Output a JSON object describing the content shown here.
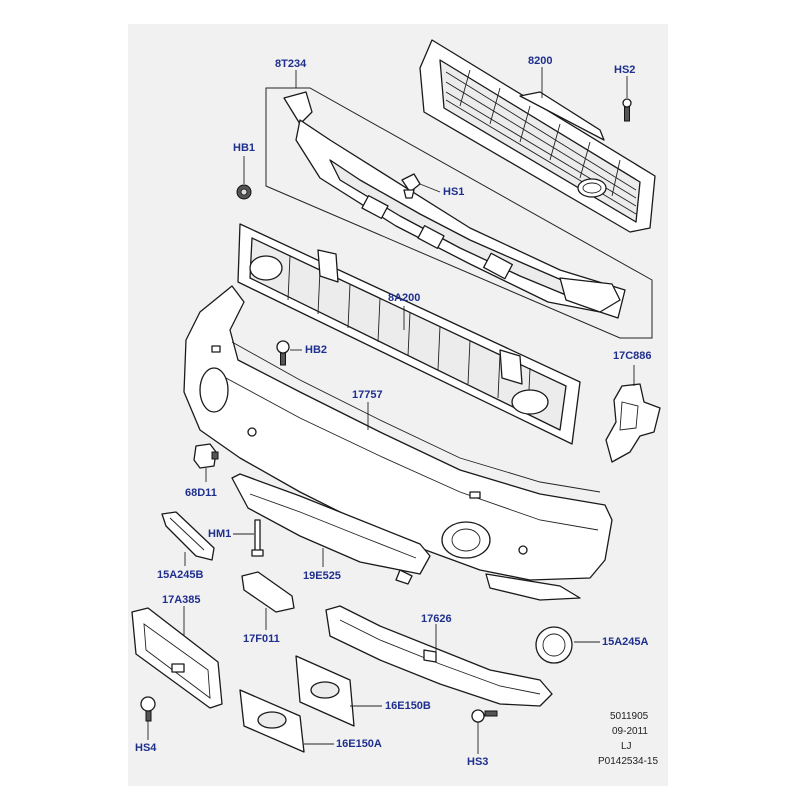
{
  "callouts": {
    "c8T234": "8T234",
    "c8200": "8200",
    "cHS2": "HS2",
    "cHB1": "HB1",
    "cHS1": "HS1",
    "c8A200": "8A200",
    "cHB2": "HB2",
    "c17C886": "17C886",
    "c17757": "17757",
    "c68D11": "68D11",
    "cHM1": "HM1",
    "c15A245B": "15A245B",
    "c19E525": "19E525",
    "c17A385": "17A385",
    "c17F011": "17F011",
    "c17626": "17626",
    "c15A245A": "15A245A",
    "c16E150B": "16E150B",
    "c16E150A": "16E150A",
    "cHS4": "HS4",
    "cHS3": "HS3"
  },
  "footer": {
    "code": "5011905",
    "date": "09-2011",
    "initials": "LJ",
    "ref": "P0142534-15"
  }
}
